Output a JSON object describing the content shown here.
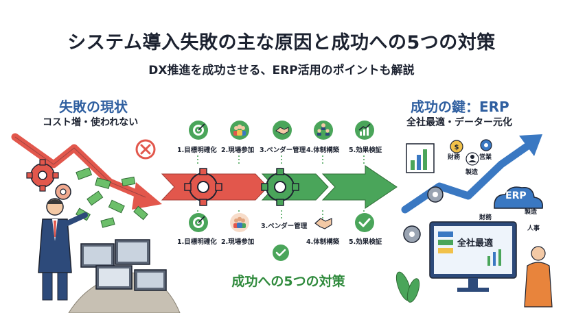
{
  "header": {
    "title": "システム導入失敗の主な原因と成功への5つの対策",
    "subtitle": "DX推進を成功させる、ERP活用のポイントも解説"
  },
  "left_panel": {
    "heading": "失敗の現状",
    "subheading": "コスト増・使われない"
  },
  "right_panel": {
    "heading": "成功の鍵：ERP",
    "subheading": "全社最適・データー元化",
    "dept_labels": {
      "finance_top": "財務",
      "sales": "営業",
      "manufacturing_top": "製造",
      "erp": "ERP",
      "finance_bottom": "財務",
      "manufacturing_bottom": "製造",
      "hr": "人事",
      "screen": "全社最適"
    }
  },
  "top_steps": [
    {
      "label": "1.目標明確化",
      "icon": "target-icon"
    },
    {
      "label": "2.現場参加",
      "icon": "team-icon"
    },
    {
      "label": "3.ベンダー管理",
      "icon": "handshake-icon"
    },
    {
      "label": "4.体制構築",
      "icon": "org-icon"
    },
    {
      "label": "5.効果検証",
      "icon": "growth-chart-icon"
    }
  ],
  "bottom_steps": [
    {
      "label": "1.目標明確化",
      "icon": "target-icon"
    },
    {
      "label": "2.現場参加",
      "icon": "team-icon"
    },
    {
      "label": "3.ベンダー管理",
      "icon": "handshake-icon"
    },
    {
      "label": "4.体制構築",
      "icon": "handshake-icon"
    },
    {
      "label": "5.効果検証",
      "icon": "check-icon"
    }
  ],
  "bottom_title": "成功への5つの対策",
  "colors": {
    "red": "#e2574c",
    "green": "#4aa55a",
    "blue": "#3a78c2",
    "navy": "#2f5fa0",
    "dark": "#1c2230"
  }
}
